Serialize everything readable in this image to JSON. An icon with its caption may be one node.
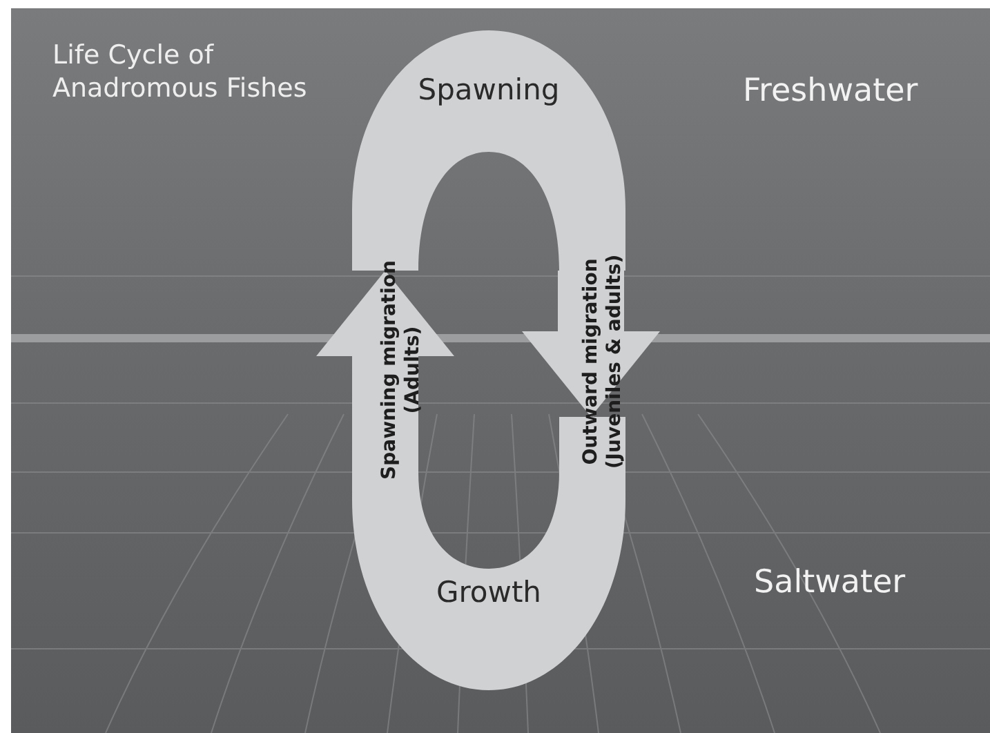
{
  "diagram": {
    "title": "Life Cycle of Anadromous Fishes",
    "nodes": [
      {
        "text": [
          "Spawning"
        ]
      },
      {
        "text": [
          "Growth"
        ]
      }
    ],
    "edges": [
      {
        "from": 0,
        "to": 1,
        "arrow": "to",
        "label": "Outward migration (Juveniles & adults)"
      },
      {
        "from": 1,
        "to": 0,
        "arrow": "to",
        "label": "Spawning migration (Adults)"
      }
    ],
    "labels": [
      "Freshwater",
      "Saltwater"
    ]
  }
}
